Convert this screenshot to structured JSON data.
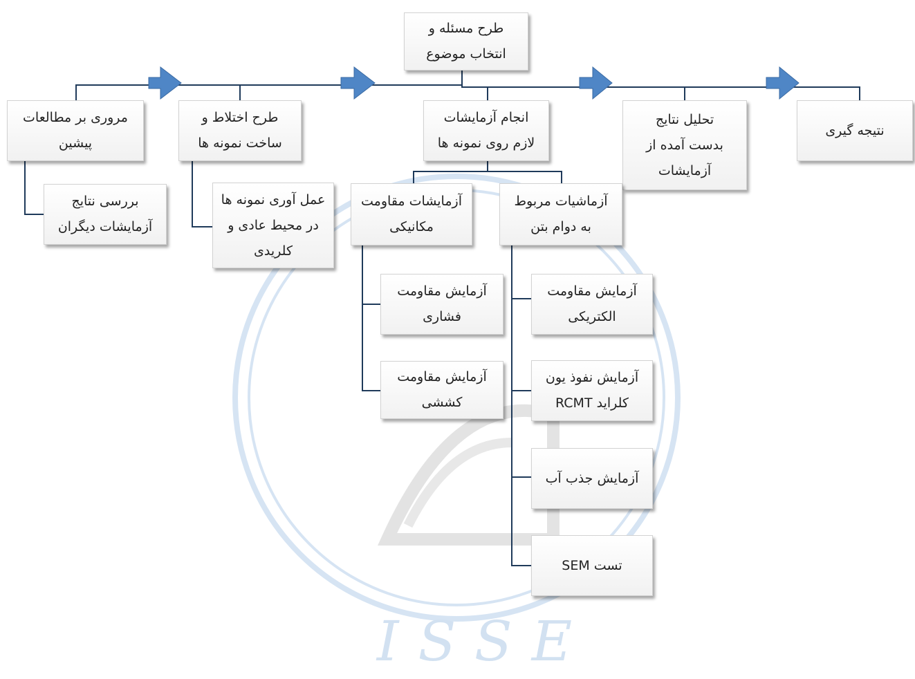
{
  "top_node": {
    "text": "طرح مسئله و\nانتخاب موضوع"
  },
  "stages": [
    {
      "id": "review",
      "text": "مروری بر مطالعات\nپیشین"
    },
    {
      "id": "mix-design",
      "text": "طرح اختلاط و\nساخت نمونه ها"
    },
    {
      "id": "tests",
      "text": "انجام آزمایشات\nلازم روی نمونه ها"
    },
    {
      "id": "analysis",
      "text": "تحلیل نتایج\nبدست آمده از\nآزمایشات"
    },
    {
      "id": "conclusion",
      "text": "نتیجه گیری"
    }
  ],
  "sub_nodes": {
    "review_results": "بررسی نتایج\nآزمایشات دیگران",
    "curing": "عمل آوری نمونه ها\nدر محیط عادی و\nکلریدی",
    "mechanical": "آزمایشات مقاومت\nمکانیکی",
    "durability": "آزماشیات مربوط\nبه دوام بتن",
    "compressive": "آزمایش مقاومت\nفشاری",
    "tensile": "آزمایش مقاومت\nکششی",
    "electrical": "آزمایش مقاومت\nالکتریکی",
    "chloride": "آزمایش نفوذ یون\nکلراید RCMT",
    "absorption": "آزمایش جذب آب",
    "sem": "تست SEM"
  },
  "watermark": {
    "text": "ISSE"
  },
  "colors": {
    "arrow": "#4f86c6",
    "line": "#1f3a5a",
    "watermark": "#d2e1f1"
  }
}
